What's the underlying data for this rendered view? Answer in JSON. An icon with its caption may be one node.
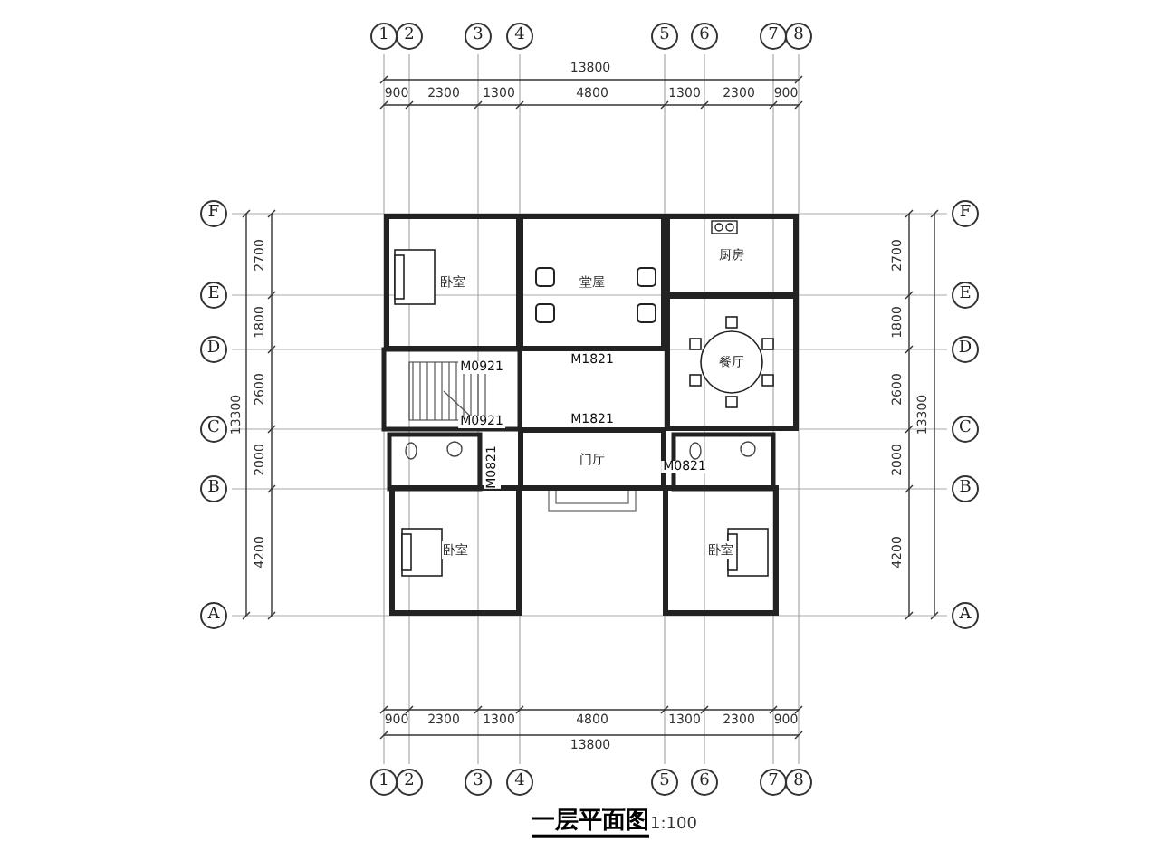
{
  "diagram": {
    "title": "一层平面图",
    "nodes": [
      {
        "text": [
          "1"
        ]
      },
      {
        "text": [
          "2"
        ]
      },
      {
        "text": [
          "3"
        ]
      },
      {
        "text": [
          "4"
        ]
      },
      {
        "text": [
          "5"
        ]
      },
      {
        "text": [
          "6"
        ]
      },
      {
        "text": [
          "7"
        ]
      },
      {
        "text": [
          "8"
        ]
      },
      {
        "text": [
          "F"
        ]
      },
      {
        "text": [
          "E"
        ]
      },
      {
        "text": [
          "D"
        ]
      },
      {
        "text": [
          "C"
        ]
      },
      {
        "text": [
          "B"
        ]
      },
      {
        "text": [
          "A"
        ]
      },
      {
        "text": [
          "卧室"
        ]
      },
      {
        "text": [
          "堂屋"
        ]
      },
      {
        "text": [
          "厨房"
        ]
      },
      {
        "text": [
          "餐厅"
        ]
      },
      {
        "text": [
          "门厅"
        ]
      },
      {
        "text": [
          "卧室"
        ]
      },
      {
        "text": [
          "卧室"
        ]
      },
      {
        "text": [
          "F"
        ]
      },
      {
        "text": [
          "E"
        ]
      },
      {
        "text": [
          "D"
        ]
      },
      {
        "text": [
          "C"
        ]
      },
      {
        "text": [
          "B"
        ]
      },
      {
        "text": [
          "A"
        ]
      },
      {
        "text": [
          "1"
        ]
      },
      {
        "text": [
          "2"
        ]
      },
      {
        "text": [
          "3"
        ]
      },
      {
        "text": [
          "4"
        ]
      },
      {
        "text": [
          "5"
        ]
      },
      {
        "text": [
          "6"
        ]
      },
      {
        "text": [
          "7"
        ]
      },
      {
        "text": [
          "8"
        ]
      }
    ],
    "labels": [
      "13800",
      "900",
      "2300",
      "1300",
      "4800",
      "1300",
      "2300",
      "900",
      "2700",
      "1800",
      "2600",
      "2000",
      "4200",
      "13300",
      "2700",
      "1800",
      "2600",
      "2000",
      "4200",
      "13300",
      "M0921",
      "M1821",
      "M0921",
      "M1821",
      "M0821",
      "M0821",
      "900",
      "2300",
      "1300",
      "4800",
      "1300",
      "2300",
      "900",
      "13800",
      "1:100"
    ]
  }
}
